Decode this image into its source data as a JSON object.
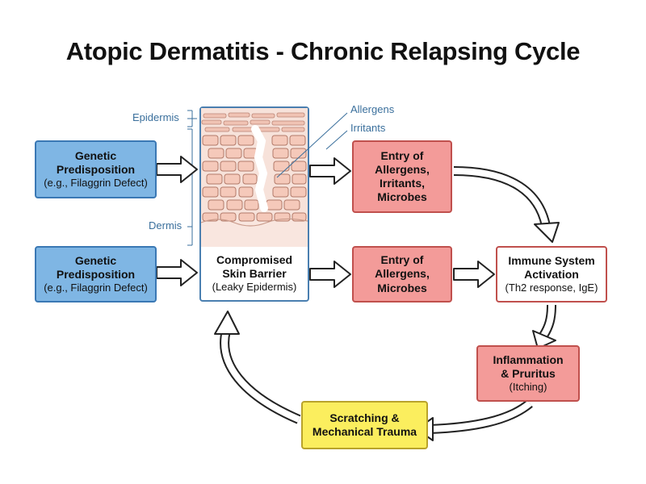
{
  "title": "Atopic Dermatitis - Chronic Relapsing Cycle",
  "labels": {
    "epidermis": "Epidermis",
    "dermis": "Dermis",
    "allergens": "Allergens",
    "irritants": "Irritants"
  },
  "nodes": {
    "genetic_top": {
      "line1": "Genetic",
      "line2": "Predisposition",
      "line3": "(e.g., Filaggrin Defect)"
    },
    "genetic_bottom": {
      "line1": "Genetic",
      "line2": "Predisposition",
      "line3": "(e.g., Filaggrin Defect)"
    },
    "barrier": {
      "line1": "Compromised",
      "line2": "Skin Barrier",
      "line3": "(Leaky Epidermis)"
    },
    "entry_top": {
      "line1": "Entry of",
      "line2": "Allergens,",
      "line3": "Irritants,",
      "line4": "Microbes"
    },
    "entry_bottom": {
      "line1": "Entry of",
      "line2": "Allergens,",
      "line3": "Microbes"
    },
    "immune": {
      "line1": "Immune System",
      "line2": "Activation",
      "line3": "(Th2 response, IgE)"
    },
    "inflammation": {
      "line1": "Inflammation",
      "line2": "& Pruritus",
      "line3": "(Itching)"
    },
    "scratching": {
      "line1": "Scratching &",
      "line2": "Mechanical Trauma"
    }
  },
  "colors": {
    "blue_fill": "#7fb6e4",
    "red_fill": "#f39b99",
    "yellow_fill": "#fbee5e",
    "skin_fill": "#f6d9cf",
    "cell_fill": "#f3c8b9"
  }
}
